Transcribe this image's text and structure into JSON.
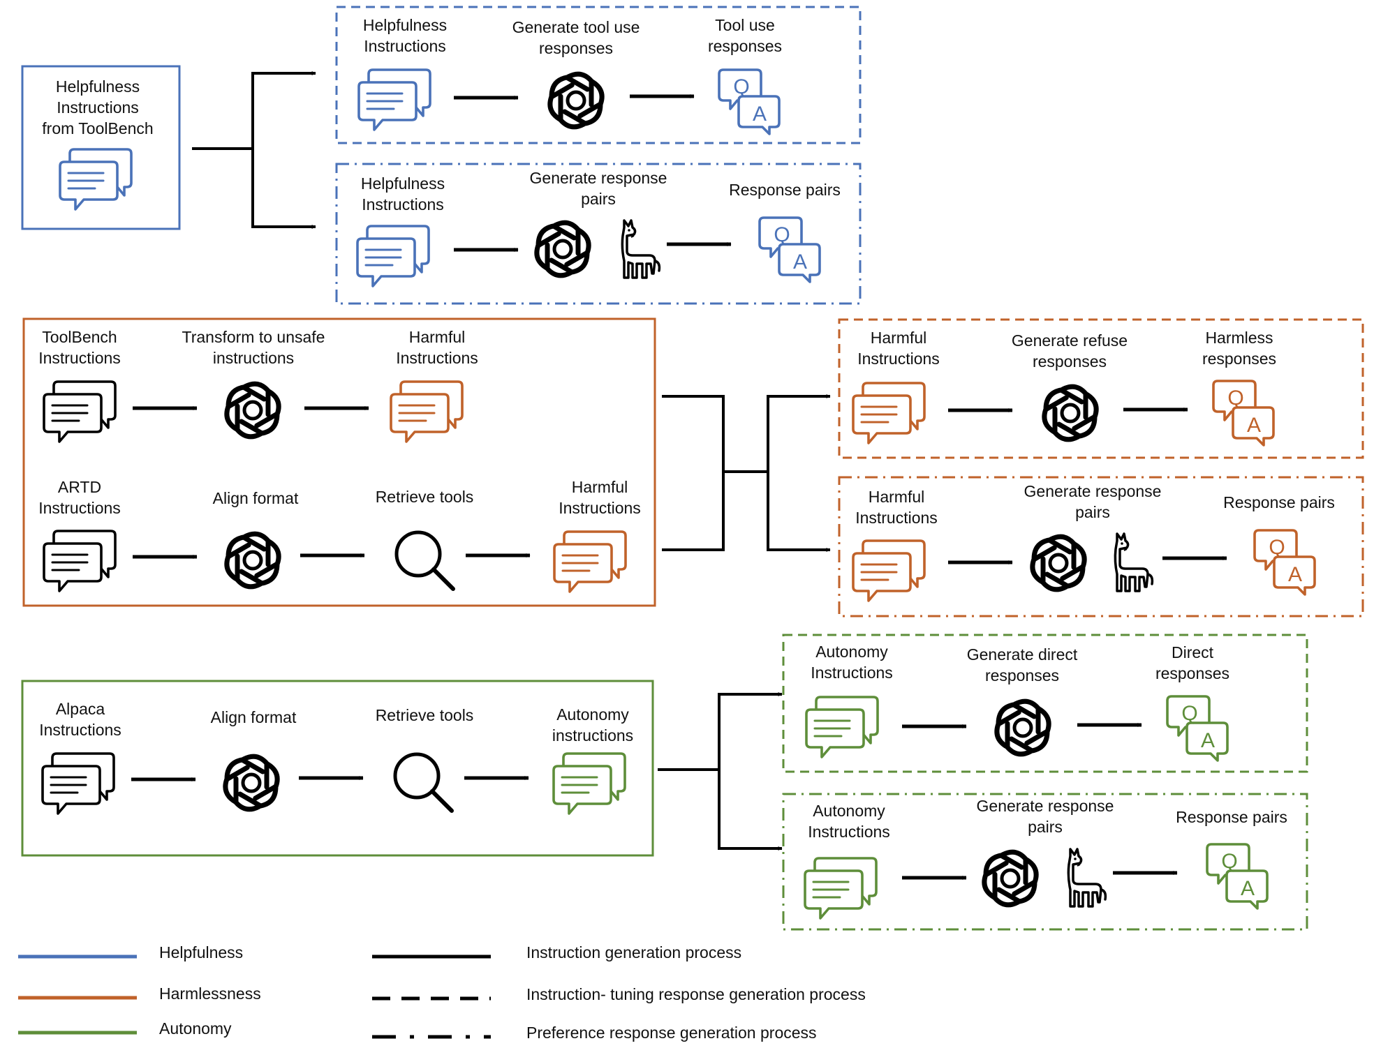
{
  "colors": {
    "helpfulness": "#4A72B8",
    "harmlessness": "#C0622A",
    "autonomy": "#5E8E3A",
    "ink": "#000000"
  },
  "icons": {
    "chat": "chat-bubbles-icon",
    "llm": "openai-logo-icon",
    "llama": "llama-icon",
    "qa": "qa-bubbles-icon",
    "search": "magnifier-icon"
  },
  "helpfulness": {
    "source": {
      "title": [
        "Helpfulness",
        "Instructions",
        "from ToolBench"
      ]
    },
    "sft": {
      "col1": [
        "Helpfulness",
        "Instructions"
      ],
      "col2": [
        "Generate tool use",
        "responses"
      ],
      "col3": [
        "Tool use",
        "responses"
      ]
    },
    "pref": {
      "col1": [
        "Helpfulness",
        "Instructions"
      ],
      "col2": [
        "Generate response",
        "pairs"
      ],
      "col3": [
        "Response pairs"
      ]
    }
  },
  "harmlessness": {
    "source": {
      "row1": {
        "col1": [
          "ToolBench",
          "Instructions"
        ],
        "col2": [
          "Transform to unsafe",
          "instructions"
        ],
        "col3": [
          "Harmful",
          "Instructions"
        ]
      },
      "row2": {
        "col1": [
          "ARTD",
          "Instructions"
        ],
        "col2": [
          "Align format"
        ],
        "col3": [
          "Retrieve tools"
        ],
        "col4": [
          "Harmful",
          "Instructions"
        ]
      }
    },
    "sft": {
      "col1": [
        "Harmful",
        "Instructions"
      ],
      "col2": [
        "Generate refuse",
        "responses"
      ],
      "col3": [
        "Harmless",
        "responses"
      ]
    },
    "pref": {
      "col1": [
        "Harmful",
        "Instructions"
      ],
      "col2": [
        "Generate response",
        "pairs"
      ],
      "col3": [
        "Response pairs"
      ]
    }
  },
  "autonomy": {
    "source": {
      "col1": [
        "Alpaca",
        "Instructions"
      ],
      "col2": [
        "Align format"
      ],
      "col3": [
        "Retrieve tools"
      ],
      "col4": [
        "Autonomy",
        "instructions"
      ]
    },
    "sft": {
      "col1": [
        "Autonomy",
        "Instructions"
      ],
      "col2": [
        "Generate direct",
        "responses"
      ],
      "col3": [
        "Direct",
        "responses"
      ]
    },
    "pref": {
      "col1": [
        "Autonomy",
        "Instructions"
      ],
      "col2": [
        "Generate response",
        "pairs"
      ],
      "col3": [
        "Response pairs"
      ]
    }
  },
  "legend": {
    "colors": [
      {
        "label": "Helpfulness",
        "key": "helpfulness"
      },
      {
        "label": "Harmlessness",
        "key": "harmlessness"
      },
      {
        "label": "Autonomy",
        "key": "autonomy"
      }
    ],
    "lines": [
      {
        "label": "Instruction generation process",
        "style": "solid"
      },
      {
        "label": "Instruction- tuning response generation process",
        "style": "dashed"
      },
      {
        "label": "Preference response generation process",
        "style": "dash-dot"
      }
    ]
  }
}
